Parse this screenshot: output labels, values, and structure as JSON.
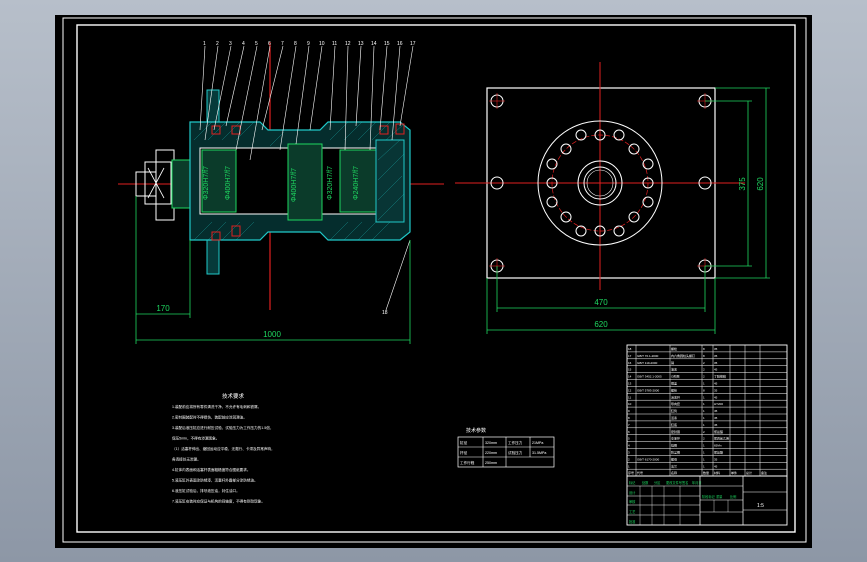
{
  "drawing": {
    "front_view": {
      "dim_left": "170",
      "dim_total": "1000",
      "labels_vertical": [
        "Φ320H7/f7",
        "Φ400H7/f7",
        "Φ400H7/f7",
        "Φ320H7/f7",
        "Φ240H7/f7"
      ]
    },
    "top_view": {
      "dim_inner_w": "470",
      "dim_outer_w": "620",
      "dim_inner_h": "375",
      "dim_outer_h": "620"
    },
    "tech_requirements": {
      "title": "技术要求",
      "lines": [
        "1.装配前应将所有零件清洗干净，不允许有毛刺和铁屑。",
        "2.密封圈装配时不得损伤，装配前应涂润滑油。",
        "3.装配后液压缸应进行耐压试验，试验压力为工作压力的1.5倍，",
        "  保压5min，不得有渗漏现象。",
        "（1）活塞杆伸出、缩回运动应平稳，无爬行、卡滞及异常声响，",
        "  各连接处无渗漏。",
        "4.缸体内表面和活塞杆表面粗糙度符合图纸要求。",
        "5.液压缸外表面涂防锈漆，活塞杆外露部分涂防锈油。",
        "6.液压缸试验后，排尽液压油，封住油口。",
        "7.液压缸安装时应保证与机构的同轴度，不得有别劲现象。"
      ]
    },
    "spec_table": {
      "title": "技术参数",
      "rows": [
        [
          "缸径",
          "320mm",
          "工作压力",
          "21MPa"
        ],
        [
          "杆径",
          "220mm",
          "试验压力",
          "31.5MPa"
        ],
        [
          "工作行程",
          "250mm",
          "",
          ""
        ]
      ]
    },
    "bom": {
      "header": [
        "序号",
        "代号",
        "名称",
        "数量",
        "材料",
        "单件",
        "总计",
        "备注"
      ],
      "rows": [
        [
          "18",
          "",
          "螺栓",
          "8",
          "35",
          "",
          "",
          ""
        ],
        [
          "17",
          "GB/T 70.1-2000",
          "内六角圆柱头螺钉",
          "8",
          "35",
          "",
          "",
          ""
        ],
        [
          "16",
          "GB/T 119-2000",
          "销",
          "2",
          "35",
          "",
          "",
          ""
        ],
        [
          "15",
          "",
          "油塞",
          "2",
          "45",
          "",
          "",
          ""
        ],
        [
          "14",
          "GB/T 3452.1-2005",
          "O形圈",
          "2",
          "丁腈橡胶",
          "",
          "",
          ""
        ],
        [
          "13",
          "",
          "端盖",
          "1",
          "45",
          "",
          "",
          ""
        ],
        [
          "12",
          "GB/T 5783-2000",
          "螺栓",
          "8",
          "35",
          "",
          "",
          ""
        ],
        [
          "11",
          "",
          "活塞杆",
          "1",
          "45",
          "",
          "",
          ""
        ],
        [
          "10",
          "",
          "导向套",
          "1",
          "HT200",
          "",
          "",
          ""
        ],
        [
          "9",
          "",
          "缸筒",
          "1",
          "45",
          "",
          "",
          ""
        ],
        [
          "8",
          "",
          "活塞",
          "1",
          "45",
          "",
          "",
          ""
        ],
        [
          "7",
          "",
          "缸底",
          "1",
          "45",
          "",
          "",
          ""
        ],
        [
          "6",
          "",
          "密封圈",
          "2",
          "聚氨酯",
          "",
          "",
          ""
        ],
        [
          "5",
          "",
          "支承环",
          "2",
          "聚四氟乙烯",
          "",
          "",
          ""
        ],
        [
          "4",
          "",
          "挡圈",
          "1",
          "65Mn",
          "",
          "",
          ""
        ],
        [
          "3",
          "",
          "防尘圈",
          "1",
          "聚氨酯",
          "",
          "",
          ""
        ],
        [
          "2",
          "GB/T 6170-2000",
          "螺母",
          "1",
          "35",
          "",
          "",
          ""
        ],
        [
          "1",
          "",
          "法兰",
          "1",
          "45",
          "",
          "",
          ""
        ]
      ]
    },
    "title_block": {
      "labels": [
        "标记",
        "处数",
        "分区",
        "更改文件号",
        "签名",
        "年月日",
        "设计",
        "审核",
        "工艺",
        "批准",
        "阶段标记",
        "重量",
        "比例"
      ],
      "scale": "1:5"
    }
  }
}
